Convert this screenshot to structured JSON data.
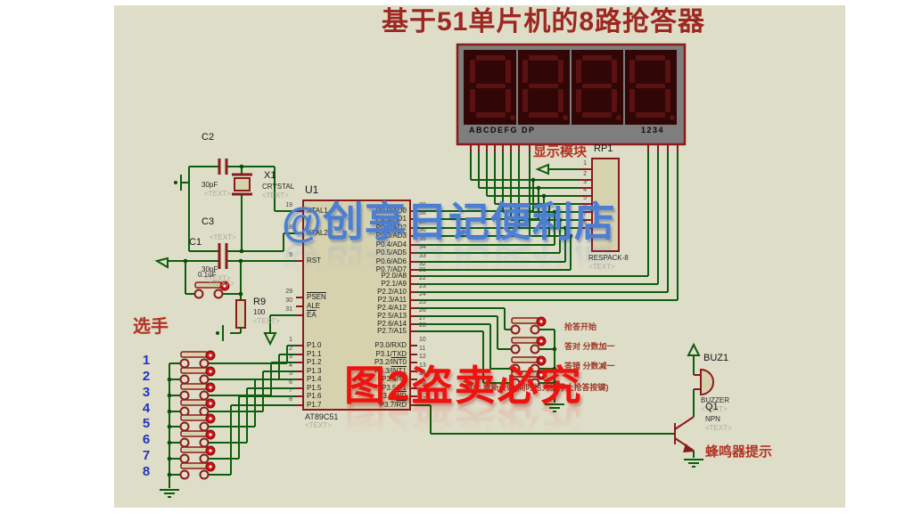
{
  "title": "基于51单片机的8路抢答器",
  "watermark": "@创享日记便利店",
  "piracy_notice": "图2盗卖必究",
  "display_module": {
    "label": "显示模块",
    "segment_pins_label": "ABCDEFG DP",
    "digit_pins_label": "1234"
  },
  "rp1": {
    "ref": "RP1",
    "part": "RESPACK-8",
    "placeholder": "<TEXT>",
    "pin_numbers": [
      "1",
      "2",
      "3",
      "4",
      "5",
      "6",
      "7",
      "8"
    ]
  },
  "u1": {
    "ref": "U1",
    "part": "AT89C51",
    "placeholder": "<TEXT>",
    "left_pins": [
      {
        "num": "19",
        "pre": "XTAL1",
        "bar": ""
      },
      {
        "num": "18",
        "pre": "XTAL2",
        "bar": ""
      },
      {
        "num": "9",
        "pre": "RST",
        "bar": ""
      },
      {
        "num": "29",
        "pre": "",
        "bar": "PSEN"
      },
      {
        "num": "30",
        "pre": "ALE",
        "bar": ""
      },
      {
        "num": "31",
        "pre": "",
        "bar": "EA"
      },
      {
        "num": "1",
        "pre": "P1.0",
        "bar": ""
      },
      {
        "num": "2",
        "pre": "P1.1",
        "bar": ""
      },
      {
        "num": "3",
        "pre": "P1.2",
        "bar": ""
      },
      {
        "num": "4",
        "pre": "P1.3",
        "bar": ""
      },
      {
        "num": "5",
        "pre": "P1.4",
        "bar": ""
      },
      {
        "num": "6",
        "pre": "P1.5",
        "bar": ""
      },
      {
        "num": "7",
        "pre": "P1.6",
        "bar": ""
      },
      {
        "num": "8",
        "pre": "P1.7",
        "bar": ""
      }
    ],
    "right_pins": [
      {
        "num": "39",
        "pre": "P0.0/AD0",
        "bar": ""
      },
      {
        "num": "38",
        "pre": "P0.1/AD1",
        "bar": ""
      },
      {
        "num": "37",
        "pre": "P0.2/AD2",
        "bar": ""
      },
      {
        "num": "36",
        "pre": "P0.3/AD3",
        "bar": ""
      },
      {
        "num": "35",
        "pre": "P0.4/AD4",
        "bar": ""
      },
      {
        "num": "34",
        "pre": "P0.5/AD5",
        "bar": ""
      },
      {
        "num": "33",
        "pre": "P0.6/AD6",
        "bar": ""
      },
      {
        "num": "32",
        "pre": "P0.7/AD7",
        "bar": ""
      },
      {
        "num": "21",
        "pre": "P2.0/A8",
        "bar": ""
      },
      {
        "num": "22",
        "pre": "P2.1/A9",
        "bar": ""
      },
      {
        "num": "23",
        "pre": "P2.2/A10",
        "bar": ""
      },
      {
        "num": "24",
        "pre": "P2.3/A11",
        "bar": ""
      },
      {
        "num": "25",
        "pre": "P2.4/A12",
        "bar": ""
      },
      {
        "num": "26",
        "pre": "P2.5/A13",
        "bar": ""
      },
      {
        "num": "27",
        "pre": "P2.6/A14",
        "bar": ""
      },
      {
        "num": "28",
        "pre": "P2.7/A15",
        "bar": ""
      },
      {
        "num": "10",
        "pre": "P3.0/RXD",
        "bar": ""
      },
      {
        "num": "11",
        "pre": "P3.1/TXD",
        "bar": ""
      },
      {
        "num": "12",
        "pre": "P3.2/",
        "bar": "INT0"
      },
      {
        "num": "13",
        "pre": "P3.3/",
        "bar": "INT1"
      },
      {
        "num": "14",
        "pre": "P3.4/T0",
        "bar": ""
      },
      {
        "num": "15",
        "pre": "P3.5/T1",
        "bar": ""
      },
      {
        "num": "16",
        "pre": "P3.6/",
        "bar": "WR"
      },
      {
        "num": "17",
        "pre": "P3.7/",
        "bar": "RD"
      }
    ]
  },
  "c2": {
    "ref": "C2",
    "value": "30pF",
    "placeholder": "<TEXT>"
  },
  "c3": {
    "ref": "C3",
    "value": "30pF",
    "placeholder": "<TEXT>"
  },
  "c1": {
    "ref": "C1",
    "value": "0.1uF",
    "placeholder": "<TEXT>"
  },
  "x1": {
    "ref": "X1",
    "part": "CRYSTAL",
    "placeholder": "<TEXT>"
  },
  "r9": {
    "ref": "R9",
    "value": "100",
    "placeholder": "<TEXT>"
  },
  "players": {
    "label": "选手",
    "numbers": [
      "1",
      "2",
      "3",
      "4",
      "5",
      "6",
      "7",
      "8"
    ]
  },
  "controls": {
    "labels": [
      "抢答开始",
      "答对 分数加一",
      "答错 分数减一",
      "停止 重新开始(同时也充当停止抢答按键)"
    ]
  },
  "buzzer": {
    "ref": "BUZ1",
    "part": "BUZZER",
    "placeholder": "<TEXT>",
    "note": "蜂鸣器提示"
  },
  "q1": {
    "ref": "Q1",
    "part": "NPN",
    "placeholder": "<TEXT>"
  },
  "colors": {
    "canvas": "#deddc8",
    "wire": "#0b5e0b",
    "component": "#8b1a1a",
    "warning_red": "#ed1410",
    "watermark_blue": "#4c7ed2",
    "player_number_blue": "#2433c4",
    "title_red": "#9d2721",
    "segment_dark": "#5a1111"
  }
}
